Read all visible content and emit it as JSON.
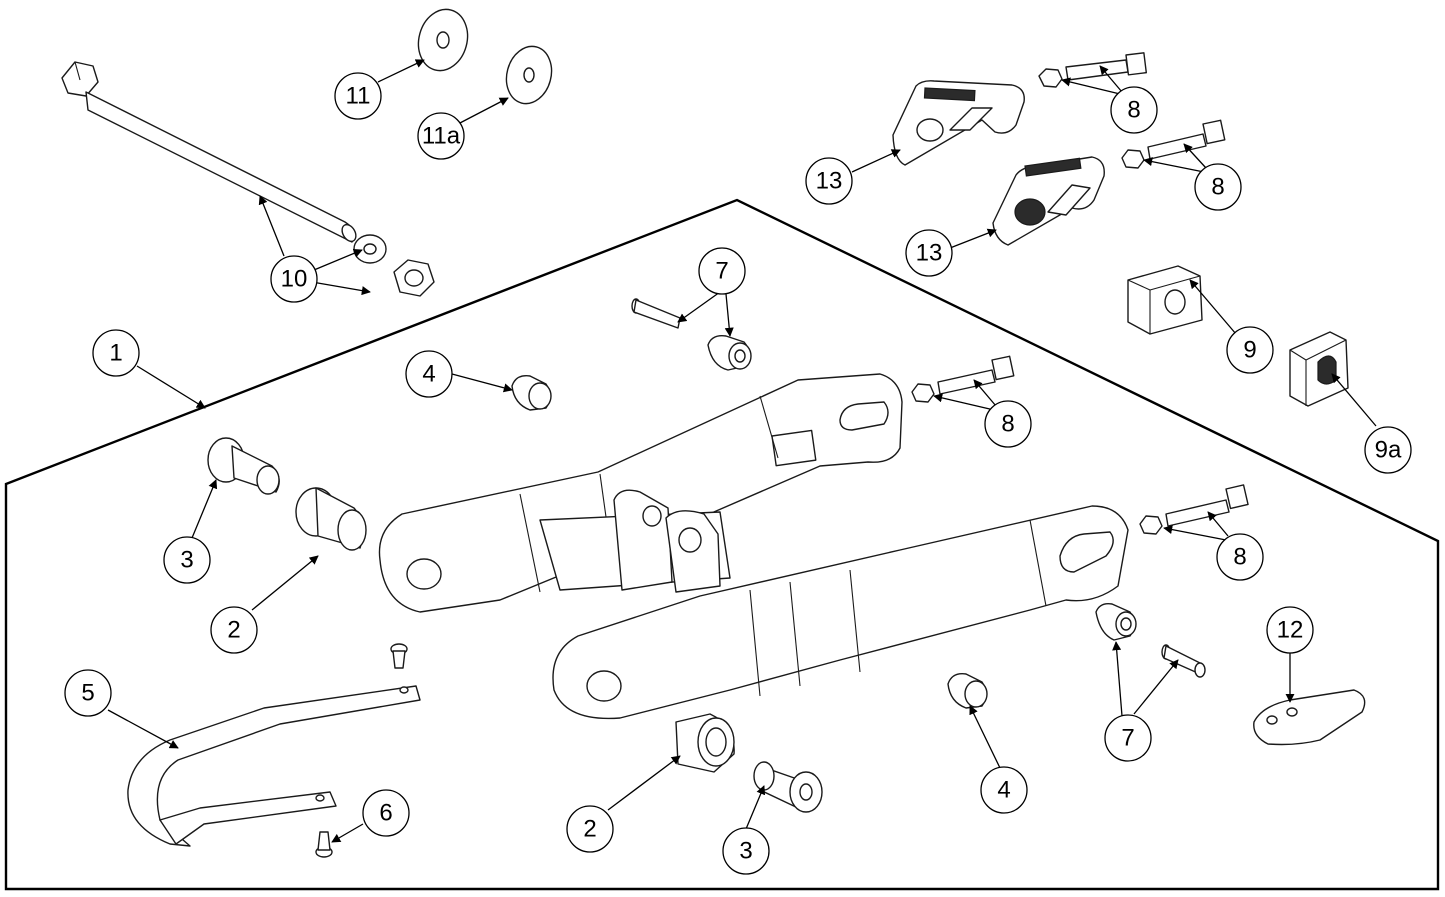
{
  "callouts": {
    "c1": "1",
    "c2a": "2",
    "c2b": "2",
    "c3a": "3",
    "c3b": "3",
    "c4a": "4",
    "c4b": "4",
    "c5": "5",
    "c6": "6",
    "c7a": "7",
    "c7b": "7",
    "c8a": "8",
    "c8b": "8",
    "c8c": "8",
    "c8d": "8",
    "c9": "9",
    "c9a": "9a",
    "c10": "10",
    "c11": "11",
    "c11a": "11a",
    "c12": "12",
    "c13a": "13",
    "c13b": "13"
  }
}
